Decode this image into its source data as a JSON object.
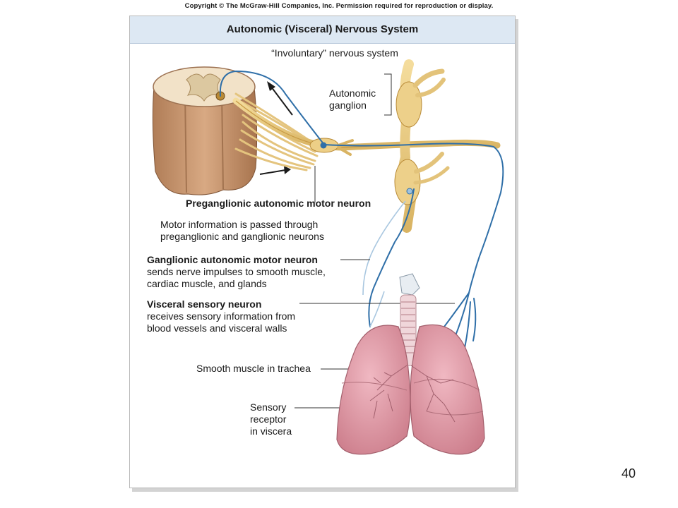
{
  "copyright": "Copyright © The McGraw-Hill Companies, Inc. Permission required for reproduction or display.",
  "title": "Autonomic (Visceral) Nervous System",
  "subtitle": "“Involuntary” nervous system",
  "labels": {
    "autonomic_ganglion_1": "Autonomic",
    "autonomic_ganglion_2": "ganglion",
    "preganglionic": "Preganglionic autonomic motor neuron",
    "motor_info_1": "Motor information is passed through",
    "motor_info_2": "preganglionic and ganglionic neurons",
    "ganglionic_title": "Ganglionic autonomic motor neuron",
    "ganglionic_desc_1": "sends nerve impulses to smooth muscle,",
    "ganglionic_desc_2": "cardiac muscle, and glands",
    "visceral_title": "Visceral sensory neuron",
    "visceral_desc_1": "receives sensory information from",
    "visceral_desc_2": "blood vessels and visceral walls",
    "smooth_muscle": "Smooth muscle in trachea",
    "sensory_1": "Sensory",
    "sensory_2": "receptor",
    "sensory_3": "in viscera"
  },
  "page_number": "40",
  "colors": {
    "header_bg": "#dde8f3",
    "spinal_cord": "#d9b08c",
    "nerve": "#e8c97a",
    "sensory_nerve": "#2f6fa8",
    "lung": "#d98c98"
  }
}
